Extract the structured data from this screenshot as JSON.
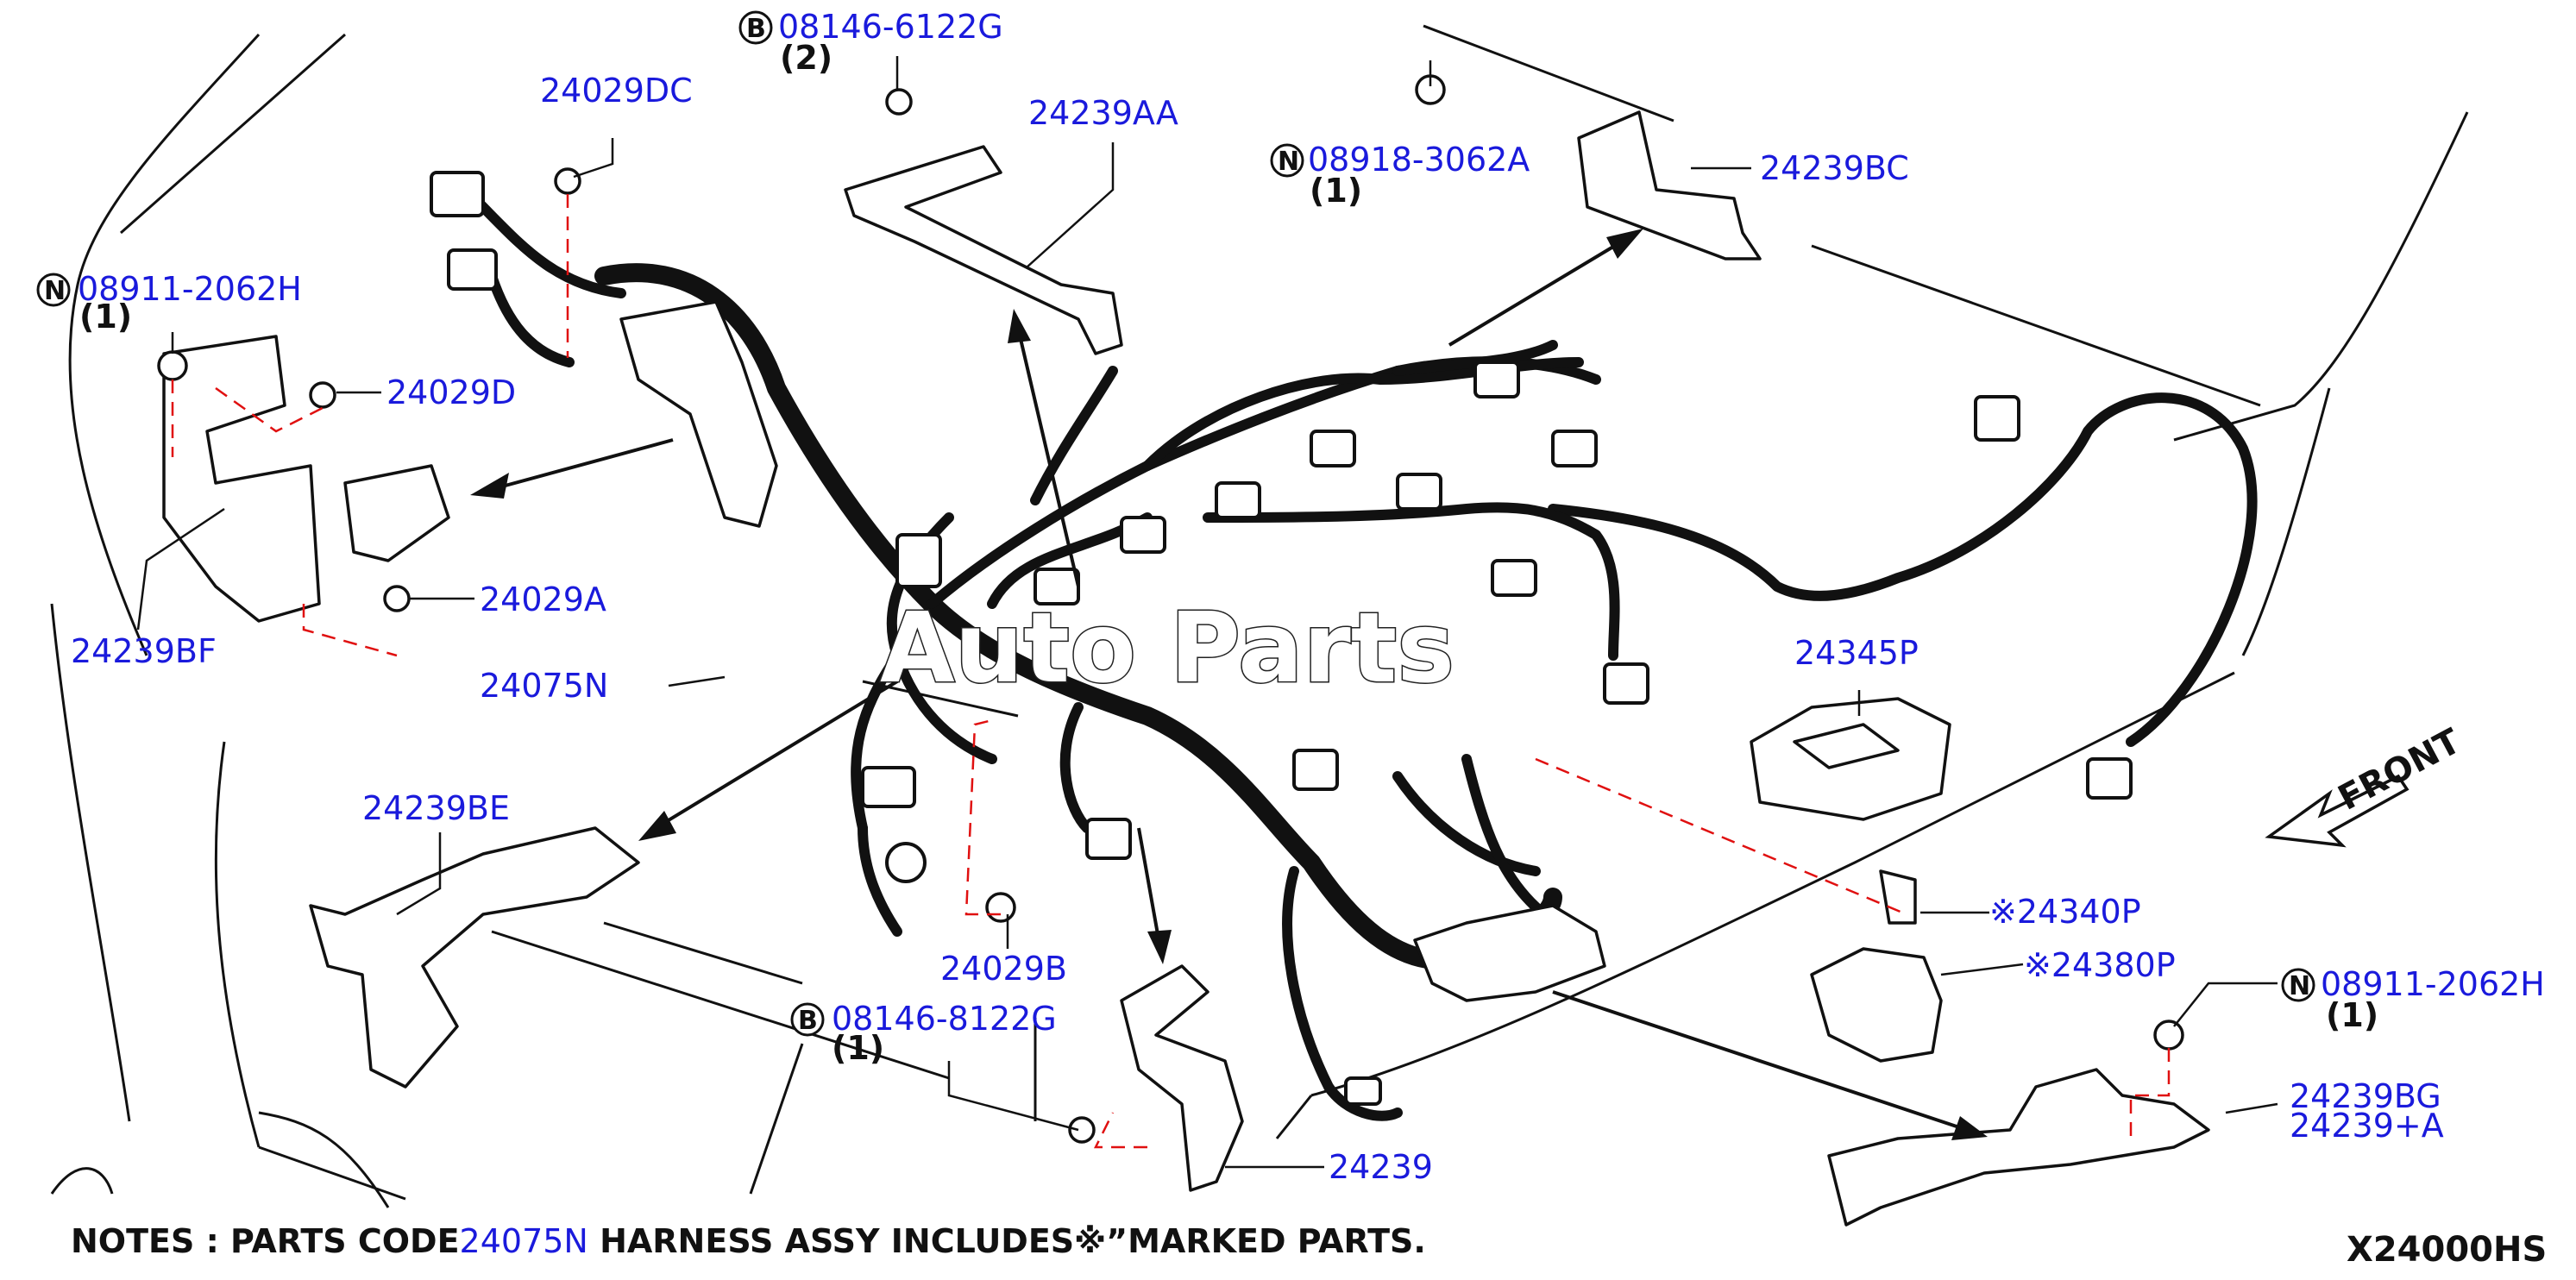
{
  "diagram": {
    "code": "X24000HS",
    "watermark": "Auto Parts",
    "front_label": "FRONT",
    "note": {
      "prefix": "NOTES : PARTS CODE",
      "code": "24075N",
      "suffix": " HARNESS ASSY INCLUDES※”MARKED PARTS."
    },
    "labels": [
      {
        "text": "24029DC"
      },
      {
        "badge": "B",
        "text": "08146-6122G",
        "qty": "(2)"
      },
      {
        "text": "24239AA"
      },
      {
        "badge": "N",
        "text": "08918-3062A",
        "qty": "(1)"
      },
      {
        "text": "24239BC"
      },
      {
        "badge": "N",
        "text": "08911-2062H",
        "qty": "(1)"
      },
      {
        "text": "24029D"
      },
      {
        "text": "24029A"
      },
      {
        "text": "24239BF"
      },
      {
        "text": "24075N"
      },
      {
        "text": "24239BE"
      },
      {
        "text": "24345P"
      },
      {
        "text": "※24340P"
      },
      {
        "text": "※24380P"
      },
      {
        "badge": "N",
        "text": "08911-2062H",
        "qty": "(1)"
      },
      {
        "text": "24239BG"
      },
      {
        "text": "24239+A"
      },
      {
        "text": "24029B"
      },
      {
        "badge": "B",
        "text": "08146-8122G",
        "qty": "(1)"
      },
      {
        "text": "24239"
      }
    ]
  }
}
